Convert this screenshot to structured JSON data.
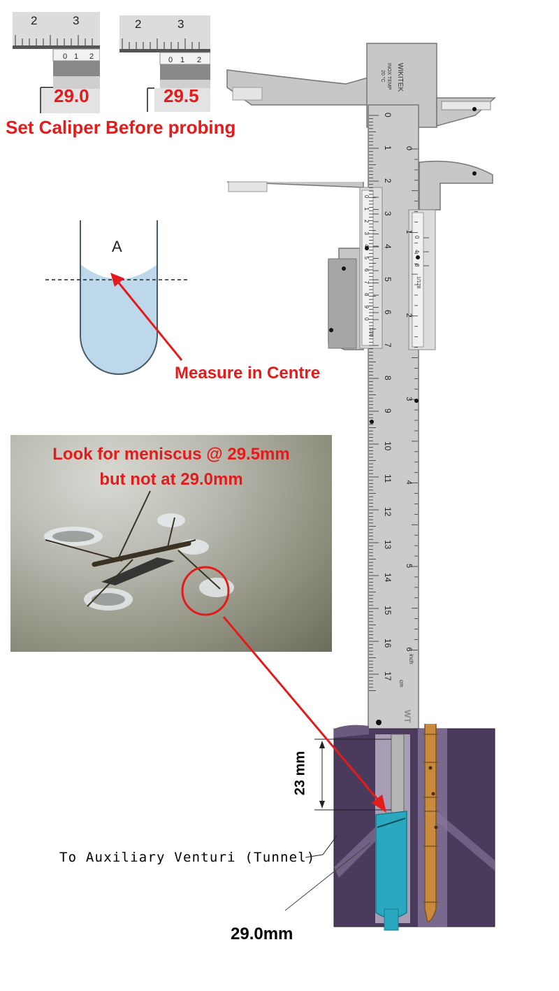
{
  "caliper_examples": [
    {
      "main_scale": [
        "2",
        "3"
      ],
      "vernier_scale": [
        "0",
        "1",
        "2"
      ],
      "reading": "29.0"
    },
    {
      "main_scale": [
        "2",
        "3"
      ],
      "vernier_scale": [
        "0",
        "1",
        "2"
      ],
      "reading": "29.5"
    }
  ],
  "instruction_set": "Set Caliper Before probing",
  "tube": {
    "label": "A",
    "instruction": "Measure in Centre"
  },
  "photo_caption": {
    "line1": "Look for meniscus @ 29.5mm",
    "line2": "but not at 29.0mm"
  },
  "caliper": {
    "brand": "WIKITEK",
    "spec_line1": "INOX TEMP",
    "spec_line2": "20 °C",
    "cm_ticks": [
      "0",
      "1",
      "2",
      "3",
      "4",
      "5",
      "6",
      "7",
      "8",
      "9",
      "10",
      "11",
      "12",
      "13",
      "14",
      "15",
      "16",
      "17"
    ],
    "cm_unit": "cm",
    "inch_ticks": [
      "0",
      "1",
      "2",
      "3",
      "4",
      "5",
      "6"
    ],
    "inch_unit": "inch",
    "vernier_cm_ticks": [
      "0",
      "1",
      "2",
      "3",
      "4",
      "5",
      "6",
      "7",
      "8",
      "9",
      "0"
    ],
    "vernier_cm_res": "1/20",
    "vernier_inch_ticks": [
      "0",
      "4",
      "8"
    ],
    "vernier_inch_res": "1/128",
    "logo": "WT"
  },
  "body_labels": {
    "depth": "23 mm",
    "passage": "To Auxiliary Venturi (Tunnel)",
    "measure": "29.0mm"
  },
  "colors": {
    "annotation": "#e31b1b",
    "carb_body": "#4a3a5c",
    "fluid": "#2aa8c0",
    "jet": "#c98a3c",
    "tube_fluid": "#bcd8ea"
  }
}
